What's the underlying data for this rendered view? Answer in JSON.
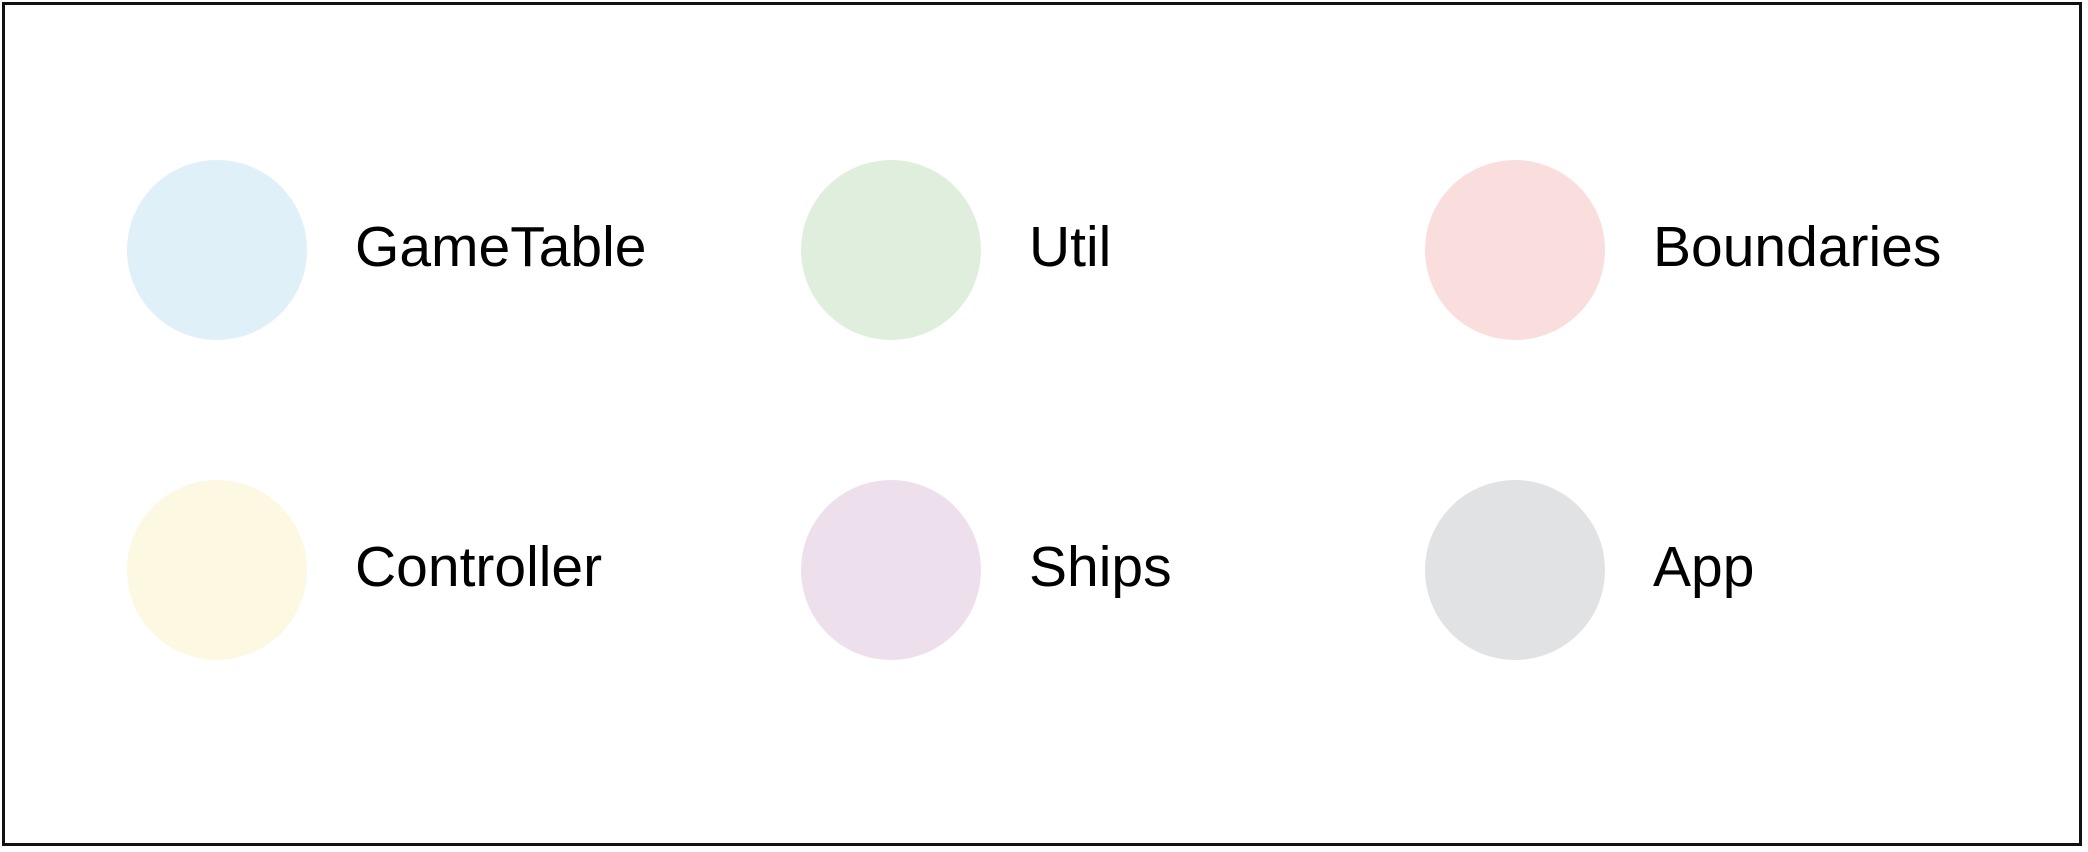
{
  "legend": {
    "items": [
      {
        "label": "GameTable",
        "color": "#dff0f9"
      },
      {
        "label": "Util",
        "color": "#e0efdd"
      },
      {
        "label": "Boundaries",
        "color": "#fadede"
      },
      {
        "label": "Controller",
        "color": "#fdf8e1"
      },
      {
        "label": "Ships",
        "color": "#eedfec"
      },
      {
        "label": "App",
        "color": "#e1e2e3"
      }
    ]
  }
}
